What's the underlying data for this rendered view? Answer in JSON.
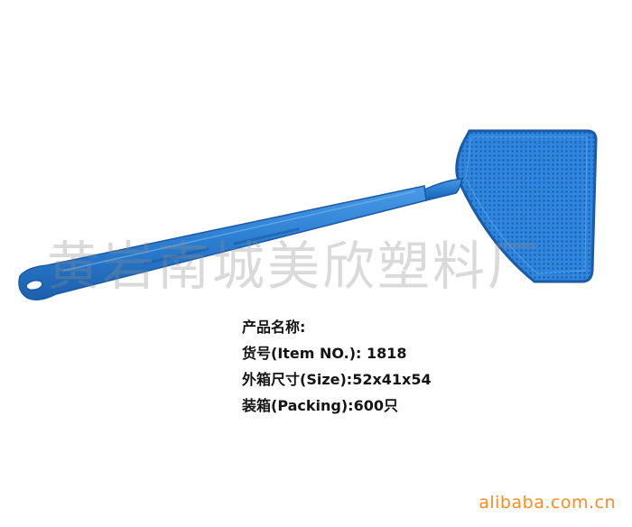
{
  "product": {
    "image": "blue-plastic-fly-swatter",
    "color": "#2f7fd3",
    "accent_color": "#1f63b3"
  },
  "watermark": {
    "text": "黄岩南城美欣塑料厂"
  },
  "info": {
    "name_label": "产品名称:",
    "item_no": "货号(Item NO.): 1818",
    "carton_size": "外箱尺寸(Size):52x41x54",
    "packing": "装箱(Packing):600只"
  },
  "footer": {
    "site": "alibaba.com.cn",
    "color": "#ff8a1e"
  }
}
